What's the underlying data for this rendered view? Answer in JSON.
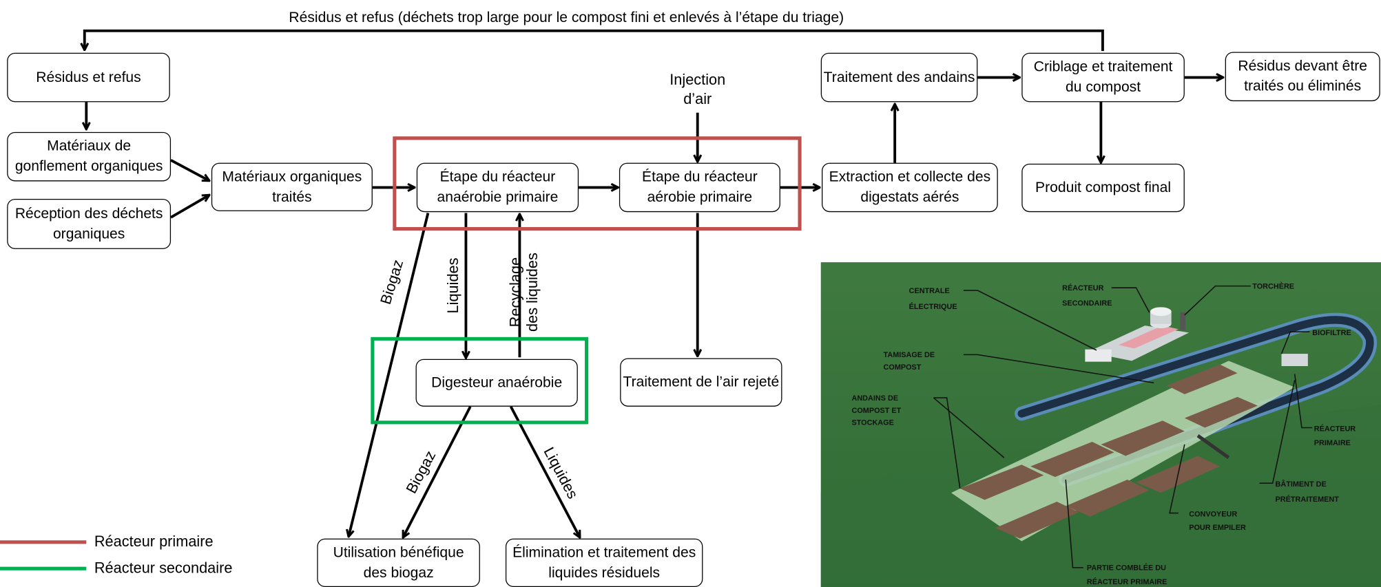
{
  "top_arrow_label": "Résidus et refus (déchets trop large pour le compost fini et enlevés à l’étape du triage)",
  "boxes": {
    "residus_refus": "Résidus et refus",
    "materiaux_gonflement": "Matériaux de gonflement organiques",
    "reception_dechets": "Réception des déchets organiques",
    "materiaux_traites": "Matériaux organiques traités",
    "reacteur_anaerobie": "Étape du réacteur anaérobie primaire",
    "reacteur_aerobie": "Étape du réacteur aérobie primaire",
    "extraction": "Extraction et collecte des digestats aérés",
    "traitement_andains": "Traitement des andains",
    "criblage": "Criblage et traitement du compost",
    "residus_elimines": "Résidus devant être traités ou éliminés",
    "produit_final": "Produit compost final",
    "digesteur": "Digesteur anaérobie",
    "traitement_air": "Traitement de l’air rejeté",
    "utilisation_biogaz": "Utilisation bénéfique des biogaz",
    "elimination_liquides": "Élimination et traitement des liquides résiduels"
  },
  "injection_air": "Injection d’air",
  "arrow_labels": {
    "biogaz_1": "Biogaz",
    "liquides_1": "Liquides",
    "recyclage_line1": "Recyclage",
    "recyclage_line2": "des liquides",
    "biogaz_2": "Biogaz",
    "liquides_2": "Liquides"
  },
  "legend": {
    "primary": {
      "label": "Réacteur primaire",
      "color": "#c0504d"
    },
    "secondary": {
      "label": "Réacteur secondaire",
      "color": "#00b050"
    }
  },
  "photo_labels": {
    "centrale": [
      "CENTRALE",
      "ÉLECTRIQUE"
    ],
    "reacteur_secondaire": [
      "RÉACTEUR",
      "SECONDAIRE"
    ],
    "torchere": [
      "TORCHÈRE"
    ],
    "biofiltre": [
      "BIOFILTRE"
    ],
    "tamisage": [
      "TAMISAGE DE",
      "COMPOST"
    ],
    "andains": [
      "ANDAINS DE",
      "COMPOST ET",
      "STOCKAGE"
    ],
    "reacteur_primaire": [
      "RÉACTEUR",
      "PRIMAIRE"
    ],
    "batiment": [
      "BÂTIMENT DE",
      "PRÉTRAITEMENT"
    ],
    "convoyeur": [
      "CONVOYEUR",
      "POUR EMPILER"
    ],
    "partie_comblee": [
      "PARTIE COMBLÉE DU",
      "RÉACTEUR PRIMAIRE"
    ]
  }
}
